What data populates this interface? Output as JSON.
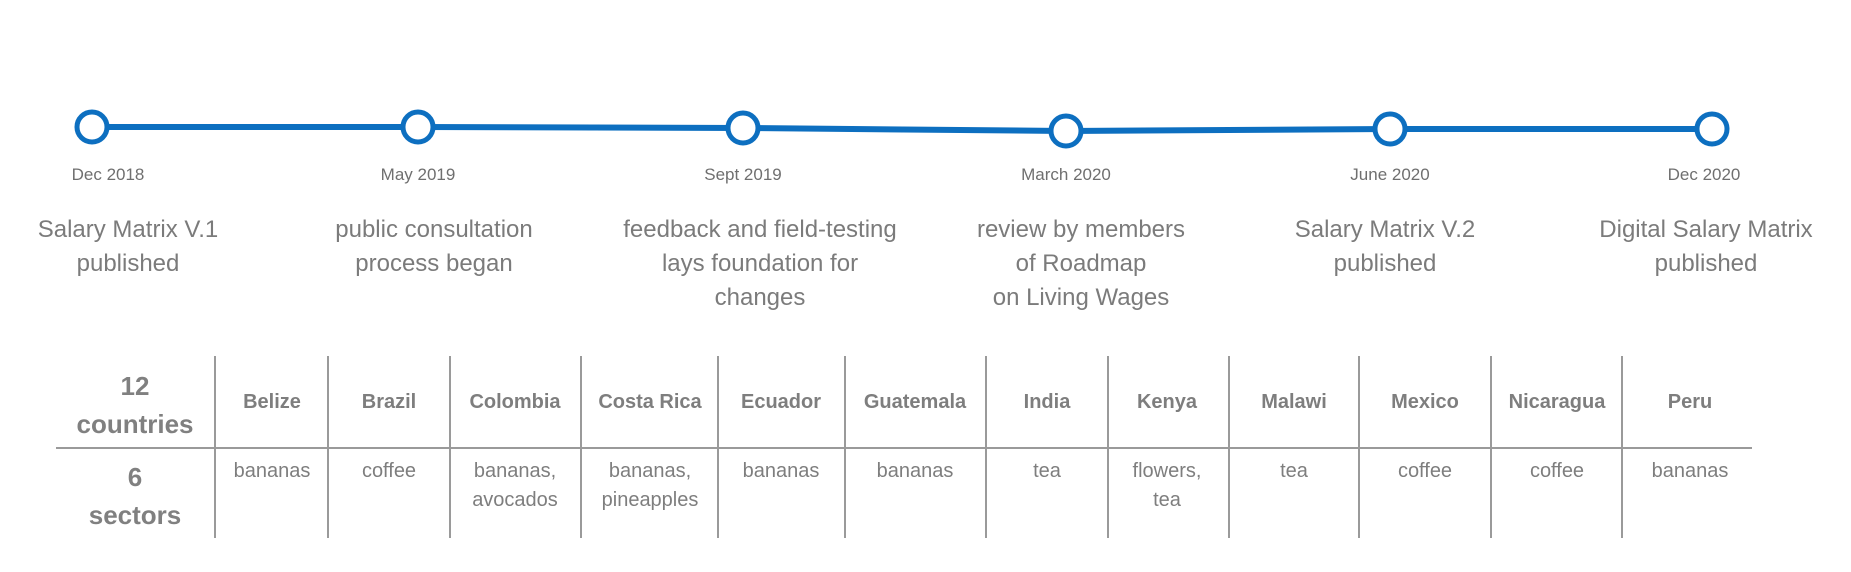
{
  "colors": {
    "accent": "#0d6fc0",
    "text": "#7b7b7b",
    "rule": "#9a9a9a"
  },
  "timeline": {
    "milestones": [
      {
        "date": "Dec 2018",
        "event": [
          "Salary Matrix V.1",
          "published"
        ]
      },
      {
        "date": "May 2019",
        "event": [
          "public consultation",
          "process began"
        ]
      },
      {
        "date": "Sept 2019",
        "event": [
          "feedback and field-testing",
          "lays foundation for",
          "changes"
        ]
      },
      {
        "date": "March 2020",
        "event": [
          "review by members",
          "of Roadmap",
          "on Living Wages"
        ]
      },
      {
        "date": "June 2020",
        "event": [
          "Salary Matrix V.2",
          "published"
        ]
      },
      {
        "date": "Dec 2020",
        "event": [
          "Digital Salary Matrix",
          "published"
        ]
      }
    ]
  },
  "table": {
    "countries_label": [
      "12",
      "countries"
    ],
    "sectors_label": [
      "6",
      "sectors"
    ],
    "columns": [
      {
        "country": "Belize",
        "sector": [
          "bananas"
        ]
      },
      {
        "country": "Brazil",
        "sector": [
          "coffee"
        ]
      },
      {
        "country": "Colombia",
        "sector": [
          "bananas,",
          "avocados"
        ]
      },
      {
        "country": "Costa Rica",
        "sector": [
          "bananas,",
          "pineapples"
        ]
      },
      {
        "country": "Ecuador",
        "sector": [
          "bananas"
        ]
      },
      {
        "country": "Guatemala",
        "sector": [
          "bananas"
        ]
      },
      {
        "country": "India",
        "sector": [
          "tea"
        ]
      },
      {
        "country": "Kenya",
        "sector": [
          "flowers,",
          "tea"
        ]
      },
      {
        "country": "Malawi",
        "sector": [
          "tea"
        ]
      },
      {
        "country": "Mexico",
        "sector": [
          "coffee"
        ]
      },
      {
        "country": "Nicaragua",
        "sector": [
          "coffee"
        ]
      },
      {
        "country": "Peru",
        "sector": [
          "bananas"
        ]
      }
    ]
  }
}
